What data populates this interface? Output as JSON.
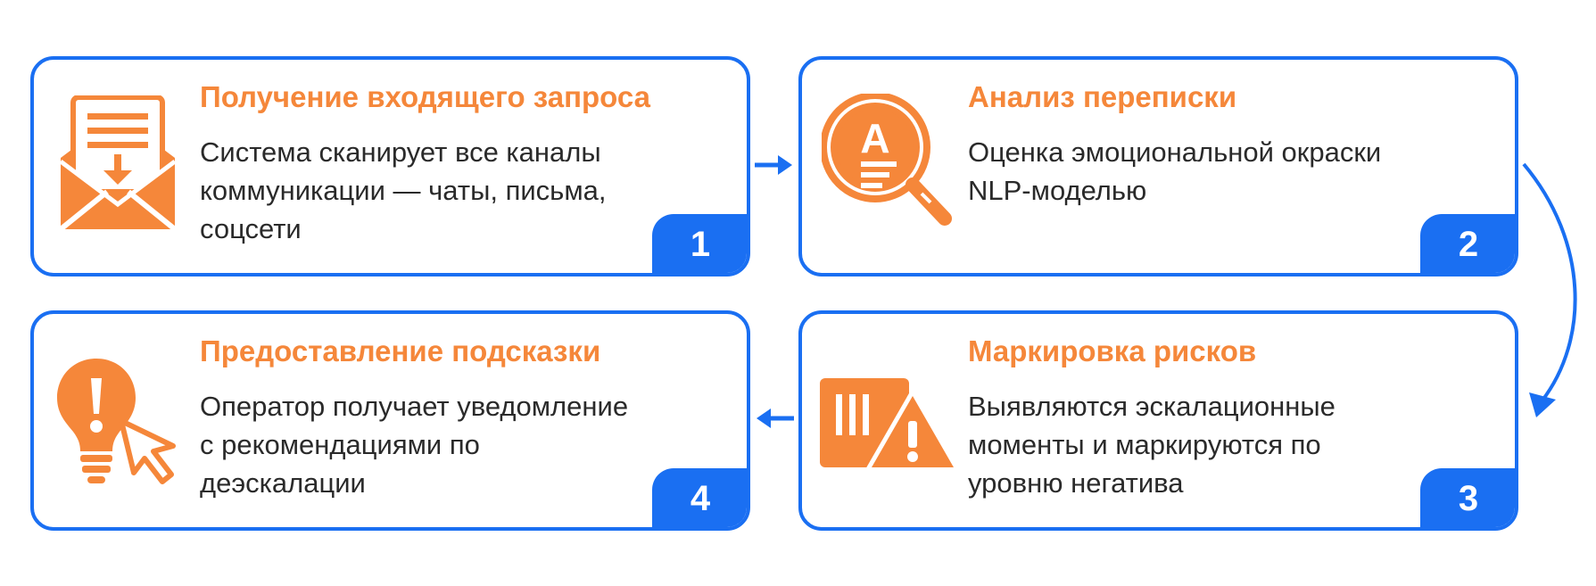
{
  "colors": {
    "accent_blue": "#1a6ff2",
    "accent_orange": "#f5873a",
    "text": "#2a2a2a"
  },
  "steps": [
    {
      "number": "1",
      "title": "Получение входящего запроса",
      "description": "Система сканирует все каналы коммуникации — чаты, письма, соцсети",
      "icon": "envelope-download-icon"
    },
    {
      "number": "2",
      "title": "Анализ переписки",
      "description": "Оценка эмоциональной окраски NLP-моделью",
      "icon": "magnifier-text-icon"
    },
    {
      "number": "3",
      "title": "Маркировка рисков",
      "description": "Выявляются эскалационные моменты и маркируются по уровню негатива",
      "icon": "warning-flag-icon"
    },
    {
      "number": "4",
      "title": "Предоставление подсказки",
      "description": "Оператор получает уведомление с рекомендациями по деэскалации",
      "icon": "lightbulb-cursor-icon"
    }
  ]
}
